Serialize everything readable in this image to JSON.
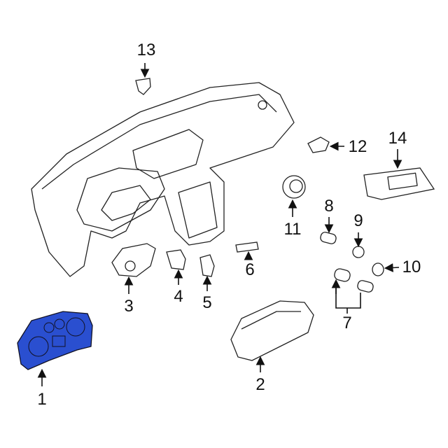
{
  "diagram": {
    "accent_color": "#2a4fd0",
    "callouts": {
      "c1": "1",
      "c2": "2",
      "c3": "3",
      "c4": "4",
      "c5": "5",
      "c6": "6",
      "c7": "7",
      "c8": "8",
      "c9": "9",
      "c10": "10",
      "c11": "11",
      "c12": "12",
      "c13": "13",
      "c14": "14"
    }
  }
}
